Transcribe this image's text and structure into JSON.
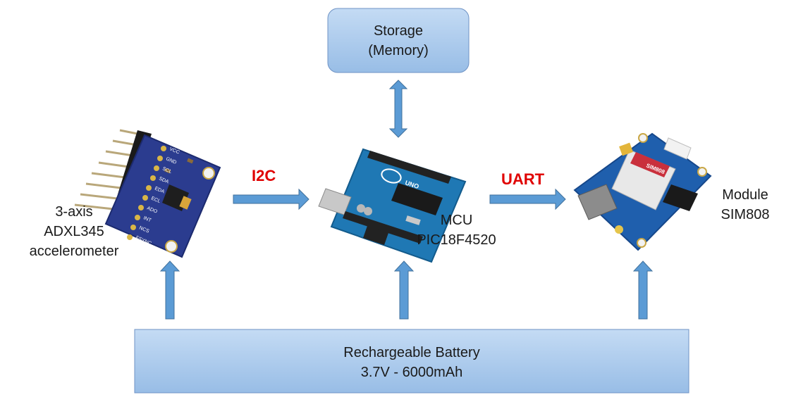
{
  "storage": {
    "line1": "Storage",
    "line2": "(Memory)"
  },
  "battery": {
    "line1": "Rechargeable Battery",
    "line2": "3.7V - 6000mAh"
  },
  "sensor": {
    "line1": "3-axis",
    "line2": "ADXL345",
    "line3": "accelerometer",
    "pins": [
      "VCC",
      "GND",
      "SCL",
      "SDA",
      "EDA",
      "ECL",
      "ADO",
      "INT",
      "NCS",
      "FSYNC"
    ]
  },
  "mcu": {
    "line1": "MCU",
    "line2": "PIC18F4520",
    "board_text": "UNO"
  },
  "gsm": {
    "line1": "Module",
    "line2": "SIM808",
    "chip_text": "SIM808"
  },
  "links": {
    "i2c": "I2C",
    "uart": "UART"
  },
  "colors": {
    "box_fill": "#a9c8ec",
    "box_stroke": "#5b86bf",
    "arrow_fill": "#5b9bd5",
    "arrow_stroke": "#41719c",
    "label_red": "#e00000",
    "pcb_blue": "#1d5aa8"
  }
}
